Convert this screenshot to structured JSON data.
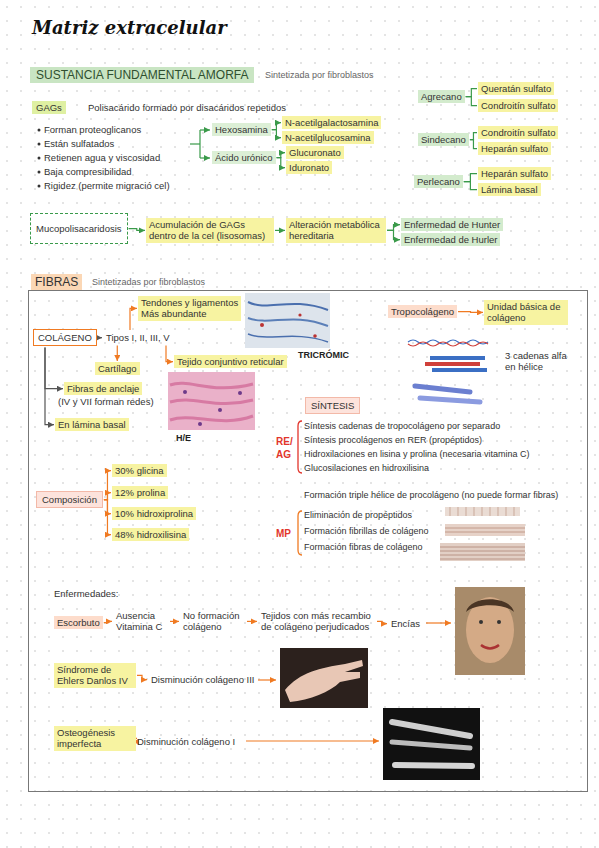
{
  "diagram": {
    "title": "Matriz extracelular",
    "nodes": [
      {
        "text": [
          "SUSTANCIA FUNDAMENTAL AMORFA"
        ]
      },
      {
        "text": [
          "GAGs"
        ]
      },
      {
        "text": [
          "Hexosamina"
        ]
      },
      {
        "text": [
          "N-acetilgalactosamina"
        ]
      },
      {
        "text": [
          "N-acetilglucosamina"
        ]
      },
      {
        "text": [
          "Ácido urónico"
        ]
      },
      {
        "text": [
          "Glucuronato"
        ]
      },
      {
        "text": [
          "Iduronato"
        ]
      },
      {
        "text": [
          "Agrecano"
        ]
      },
      {
        "text": [
          "Queratán sulfato"
        ]
      },
      {
        "text": [
          "Condroitín sulfato"
        ]
      },
      {
        "text": [
          "Sindecano"
        ]
      },
      {
        "text": [
          "Condroitín sulfato"
        ]
      },
      {
        "text": [
          "Heparán sulfato"
        ]
      },
      {
        "text": [
          "Perlecano"
        ]
      },
      {
        "text": [
          "Heparán sulfato"
        ]
      },
      {
        "text": [
          "Lámina basal"
        ]
      },
      {
        "text": [
          "Mucopolisacaridosis"
        ]
      },
      {
        "text": [
          "Acumulación de GAGs dentro de la cel (lisosomas)"
        ]
      },
      {
        "text": [
          "Alteración metabólica hereditaria"
        ]
      },
      {
        "text": [
          "Enfermedad de Hunter"
        ]
      },
      {
        "text": [
          "Enfermedad de Hurler"
        ]
      },
      {
        "text": [
          "FIBRAS"
        ]
      },
      {
        "text": [
          "COLÁGENO"
        ],
        "in": 22
      },
      {
        "text": [
          "Tipos I, II, III, V"
        ],
        "in": 22
      },
      {
        "text": [
          "Tendones y ligamentos",
          "Más abundante"
        ],
        "in": 22
      },
      {
        "text": [
          "Cartílago"
        ],
        "in": 22
      },
      {
        "text": [
          "Tejido conjuntivo reticular"
        ],
        "in": 22
      },
      {
        "text": [
          "Fibras de anclaje"
        ],
        "in": 22
      },
      {
        "text": [
          "En lámina basal"
        ],
        "in": 22
      },
      {
        "text": [
          "Tropocolágeno"
        ],
        "in": 22
      },
      {
        "text": [
          "Unidad básica de colágeno"
        ],
        "in": 22
      },
      {
        "text": [
          "SÍNTESIS"
        ],
        "in": 22
      },
      {
        "text": [
          "Composición"
        ],
        "in": 22
      },
      {
        "text": [
          "30% glicina"
        ],
        "in": 22
      },
      {
        "text": [
          "12% prolina"
        ],
        "in": 22
      },
      {
        "text": [
          "10% hidroxiprolina"
        ],
        "in": 22
      },
      {
        "text": [
          "48% hidroxilisina"
        ],
        "in": 22
      },
      {
        "text": [
          "Escorbuto"
        ],
        "in": 22
      },
      {
        "text": [
          "Ausencia Vitamina C"
        ],
        "in": 22
      },
      {
        "text": [
          "No formación colágeno"
        ],
        "in": 22
      },
      {
        "text": [
          "Tejidos con más recambio de colágeno perjudicados"
        ],
        "in": 22
      },
      {
        "text": [
          "Encías"
        ],
        "in": 22
      },
      {
        "text": [
          "Síndrome de Ehlers Danlos IV"
        ],
        "in": 22
      },
      {
        "text": [
          "Disminución colágeno III"
        ],
        "in": 22
      },
      {
        "text": [
          "Osteogénesis imperfecta"
        ],
        "in": 22
      },
      {
        "text": [
          "Disminución colágeno I"
        ],
        "in": 22
      }
    ],
    "edges": [
      {
        "from": 2,
        "to": 3,
        "arrow": "to"
      },
      {
        "from": 2,
        "to": 4,
        "arrow": "to"
      },
      {
        "from": 5,
        "to": 6,
        "arrow": "to"
      },
      {
        "from": 5,
        "to": 7,
        "arrow": "to"
      },
      {
        "from": 8,
        "to": 9,
        "arrow": "none"
      },
      {
        "from": 8,
        "to": 10,
        "arrow": "none"
      },
      {
        "from": 11,
        "to": 12,
        "arrow": "none"
      },
      {
        "from": 11,
        "to": 13,
        "arrow": "none"
      },
      {
        "from": 14,
        "to": 15,
        "arrow": "none"
      },
      {
        "from": 14,
        "to": 16,
        "arrow": "none"
      },
      {
        "from": 17,
        "to": 18,
        "arrow": "to"
      },
      {
        "from": 18,
        "to": 19,
        "arrow": "to"
      },
      {
        "from": 19,
        "to": 20,
        "arrow": "to"
      },
      {
        "from": 19,
        "to": 21,
        "arrow": "to"
      },
      {
        "from": 23,
        "to": 24,
        "arrow": "to"
      },
      {
        "from": 24,
        "to": 25,
        "arrow": "to"
      },
      {
        "from": 24,
        "to": 26,
        "arrow": "to"
      },
      {
        "from": 24,
        "to": 27,
        "arrow": "to"
      },
      {
        "from": 23,
        "to": 28,
        "arrow": "to"
      },
      {
        "from": 23,
        "to": 29,
        "arrow": "to"
      },
      {
        "from": 30,
        "to": 31,
        "arrow": "to"
      },
      {
        "from": 33,
        "to": 34,
        "arrow": "to"
      },
      {
        "from": 33,
        "to": 35,
        "arrow": "to"
      },
      {
        "from": 33,
        "to": 36,
        "arrow": "to"
      },
      {
        "from": 33,
        "to": 37,
        "arrow": "to"
      },
      {
        "from": 38,
        "to": 39,
        "arrow": "to"
      },
      {
        "from": 39,
        "to": 40,
        "arrow": "to"
      },
      {
        "from": 40,
        "to": 41,
        "arrow": "to"
      },
      {
        "from": 41,
        "to": 42,
        "arrow": "to"
      },
      {
        "from": 43,
        "to": 44,
        "arrow": "to"
      },
      {
        "from": 45,
        "to": 46,
        "arrow": "to"
      }
    ],
    "labels": [
      "Sintetizada por fibroblastos",
      "Polisacárido formado por disacáridos repetidos",
      "Forman proteoglicanos",
      "Están sulfatados",
      "Retienen agua y viscosidad",
      "Baja compresibilidad",
      "Rigidez (permite migració cel)",
      "Sintetizadas por fibroblastos",
      "TRICRÓMIC",
      "H/E",
      "(IV y VII forman redes)",
      "3 cadenas alfa en hélice",
      "RE/",
      "AG",
      "Síntesis cadenas de tropocolágeno por separado",
      "Síntesis procolágenos en RER (propéptidos)",
      "Hidroxilaciones en lisina y prolina (necesaria vitamina C)",
      "Glucosilaciones en hidroxilisina",
      "Formación triple hélice de procolágeno (no puede formar fibras)",
      "MP",
      "Eliminación de propéptidos",
      "Formación fibrillas de colágeno",
      "Formación fibras de colágeno",
      "Enfermedades:"
    ]
  }
}
